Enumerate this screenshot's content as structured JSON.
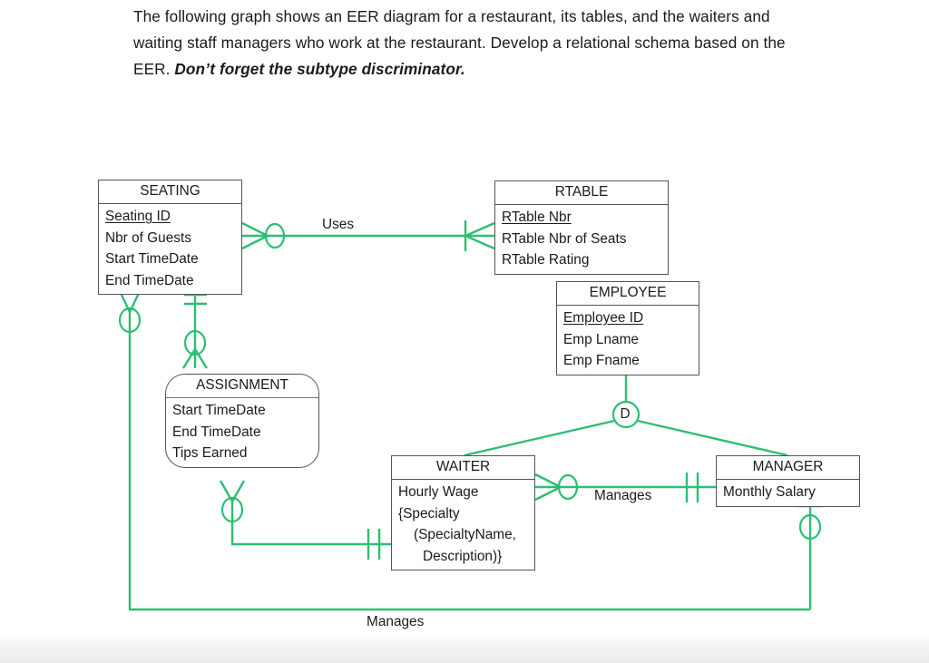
{
  "prompt": {
    "line1": "The following graph shows an EER diagram for a restaurant, its tables, and the waiters",
    "line2": "and waiting staff managers who work at the restaurant. Develop a relational schema",
    "line3_plain": "based on the EER. ",
    "line3_emph": "Don’t forget the subtype discriminator."
  },
  "colors": {
    "connector_green": "#2DBE72",
    "entity_border": "#555555",
    "text": "#1b1b1b",
    "background": "#ffffff"
  },
  "diagram": {
    "type": "EER",
    "entities": [
      {
        "id": "seating",
        "title": "SEATING",
        "shape": "rectangle",
        "attributes": [
          {
            "label": "Seating ID",
            "key": true
          },
          {
            "label": "Nbr of Guests",
            "key": false
          },
          {
            "label": "Start TimeDate",
            "key": false
          },
          {
            "label": "End TimeDate",
            "key": false
          }
        ]
      },
      {
        "id": "rtable",
        "title": "RTABLE",
        "shape": "rectangle",
        "attributes": [
          {
            "label": "RTable Nbr",
            "key": true
          },
          {
            "label": "RTable Nbr of Seats",
            "key": false
          },
          {
            "label": "RTable Rating",
            "key": false
          }
        ]
      },
      {
        "id": "employee",
        "title": "EMPLOYEE",
        "shape": "rectangle",
        "attributes": [
          {
            "label": "Employee ID",
            "key": true
          },
          {
            "label": "Emp Lname",
            "key": false
          },
          {
            "label": "Emp Fname",
            "key": false
          }
        ]
      },
      {
        "id": "assignment",
        "title": "ASSIGNMENT",
        "shape": "rounded-rectangle",
        "attributes": [
          {
            "label": "Start TimeDate",
            "key": false
          },
          {
            "label": "End TimeDate",
            "key": false
          },
          {
            "label": "Tips Earned",
            "key": false
          }
        ]
      },
      {
        "id": "waiter",
        "title": "WAITER",
        "shape": "rectangle",
        "attributes": [
          {
            "label": "Hourly Wage",
            "key": false,
            "indent": 0
          },
          {
            "label": "{Specialty",
            "key": false,
            "indent": 0
          },
          {
            "label": "(SpecialtyName,",
            "key": false,
            "indent": 1
          },
          {
            "label": "Description)}",
            "key": false,
            "indent": 2
          }
        ]
      },
      {
        "id": "manager",
        "title": "MANAGER",
        "shape": "rectangle",
        "attributes": [
          {
            "label": "Monthly Salary",
            "key": false
          }
        ]
      }
    ],
    "relationships": [
      {
        "id": "uses",
        "label": "Uses",
        "from": "seating",
        "to": "rtable"
      },
      {
        "id": "manages-waiter",
        "label": "Manages",
        "from": "waiter",
        "to": "manager"
      },
      {
        "id": "manages-seating",
        "label": "Manages",
        "from": "seating",
        "to": "manager"
      }
    ],
    "subtype": {
      "supertype": "employee",
      "discriminator": "D",
      "discriminator_meaning": "disjoint",
      "subtypes": [
        "waiter",
        "manager"
      ]
    }
  }
}
